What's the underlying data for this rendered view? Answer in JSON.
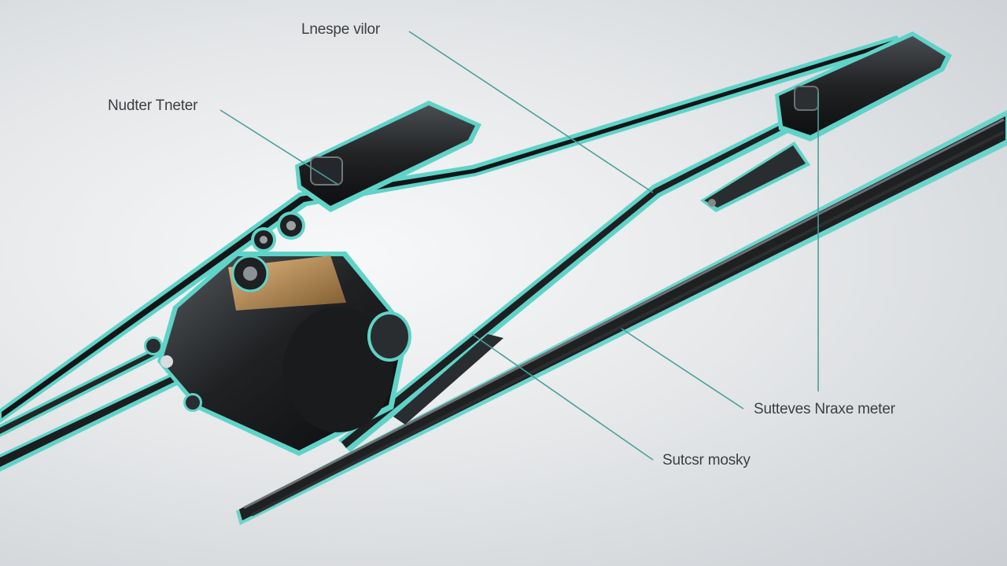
{
  "labels": {
    "top": "Lnespe vilor",
    "left": "Nudter Tneter",
    "right": "Sutteves Nraxe meter",
    "bottom": "Sutcsr mosky"
  },
  "colors": {
    "outline": "#5fd3c8",
    "leader": "#4a9f99",
    "part_dark": "#1c1e20",
    "part_mid": "#3a3d40",
    "brass": "#b98a52"
  }
}
